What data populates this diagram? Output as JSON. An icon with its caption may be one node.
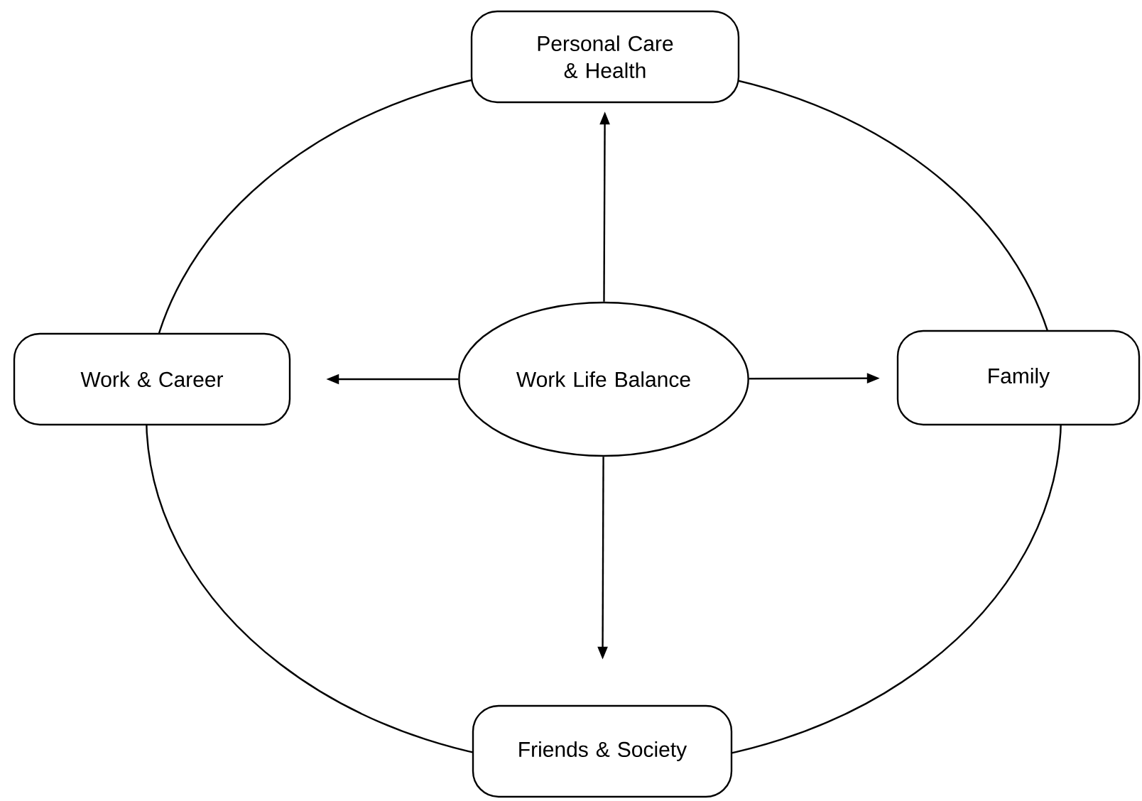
{
  "diagram": {
    "nodes": [
      {
        "text": [
          "Personal Care & Health"
        ]
      },
      {
        "text": [
          "Work & Career"
        ]
      },
      {
        "text": [
          "Work Life Balance"
        ]
      },
      {
        "text": [
          "Family"
        ]
      },
      {
        "text": [
          "Friends & Society"
        ]
      }
    ],
    "edges": [
      {
        "from": 2,
        "to": 0,
        "arrow": "to"
      },
      {
        "from": 2,
        "to": 1,
        "arrow": "to"
      },
      {
        "from": 2,
        "to": 3,
        "arrow": "to"
      },
      {
        "from": 2,
        "to": 4,
        "arrow": "to"
      }
    ]
  }
}
